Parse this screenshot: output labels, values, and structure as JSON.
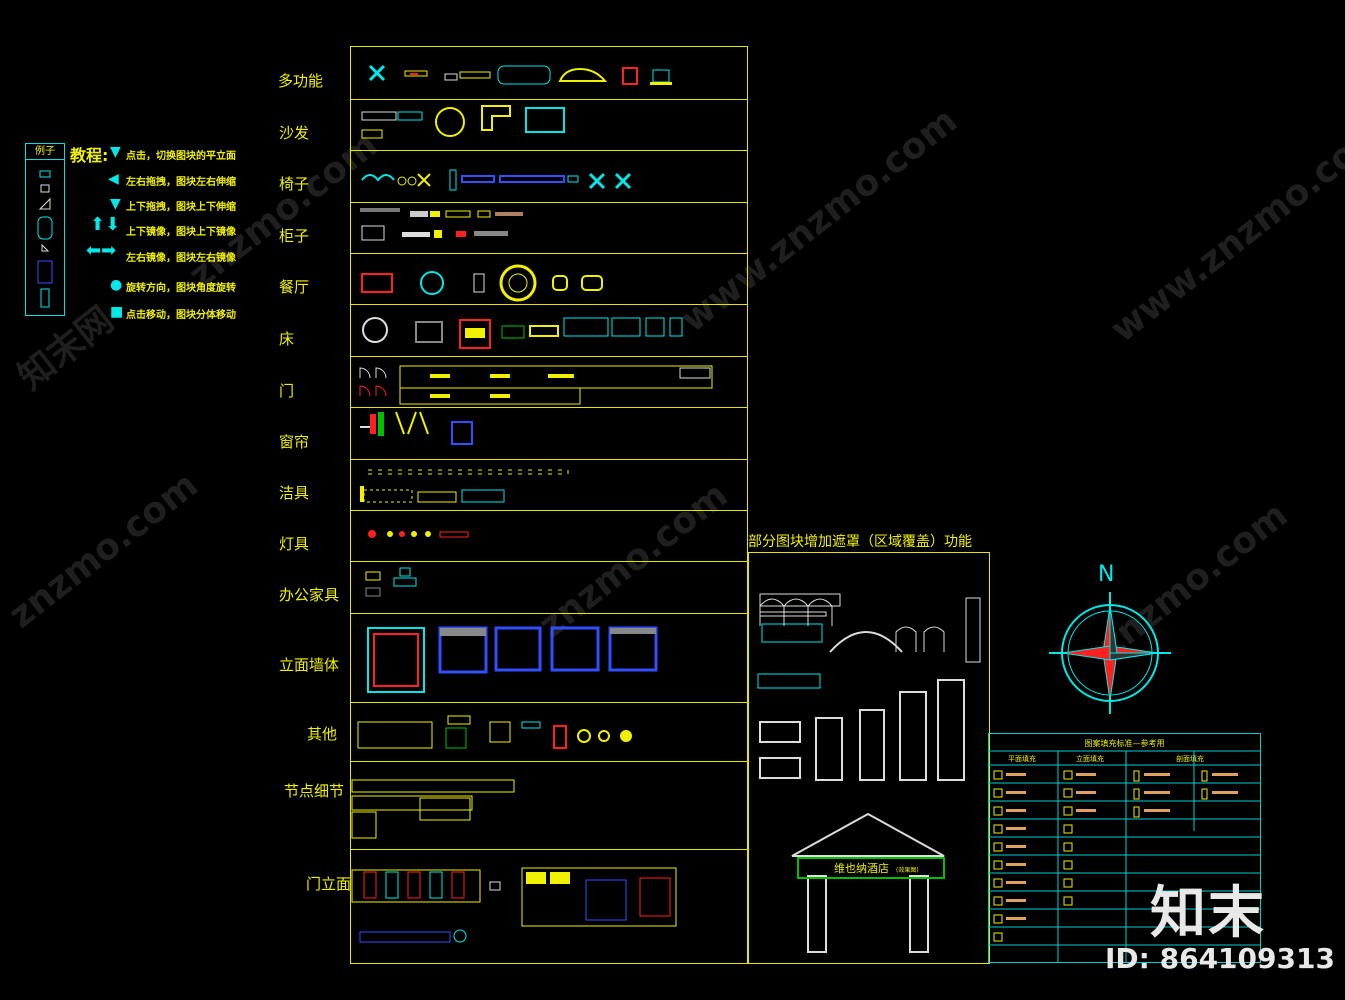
{
  "legend": {
    "title": "例子",
    "tutorial_title": "教程:",
    "items": [
      {
        "icon": "triangle-down-icon",
        "text": "点击，切换图块的平立面"
      },
      {
        "icon": "arrow-left-icon",
        "text": "左右拖拽，图块左右伸缩"
      },
      {
        "icon": "triangle-down-icon",
        "text": "上下拖拽，图块上下伸缩"
      },
      {
        "icon": "arrow-up-down-icon",
        "text": "上下镜像，图块上下镜像"
      },
      {
        "icon": "arrow-left-right-icon",
        "text": "左右镜像，图块左右镜像"
      },
      {
        "icon": "circle-dot-icon",
        "text": "旋转方向，图块角度旋转"
      },
      {
        "icon": "square-icon",
        "text": "点击移动，图块分体移动"
      }
    ]
  },
  "categories": [
    {
      "label": "多功能"
    },
    {
      "label": "沙发"
    },
    {
      "label": "椅子"
    },
    {
      "label": "柜子"
    },
    {
      "label": "餐厅"
    },
    {
      "label": "床"
    },
    {
      "label": "门"
    },
    {
      "label": "窗帘"
    },
    {
      "label": "洁具"
    },
    {
      "label": "灯具"
    },
    {
      "label": "办公家具"
    },
    {
      "label": "立面墙体"
    },
    {
      "label": "其他"
    },
    {
      "label": "节点细节"
    },
    {
      "label": "门立面"
    }
  ],
  "mask_panel": {
    "title": "部分图块增加遮罩（区域覆盖）功能",
    "sign_text": "维也纳酒店",
    "sign_sub": "(效果图)"
  },
  "compass": {
    "label": "N"
  },
  "hatch_table": {
    "title": "图案填充标准—参考用",
    "headers": [
      "平面填充",
      "立面填充",
      "剖面填充"
    ]
  },
  "watermark": {
    "site": "znzmo.com",
    "site_www": "www.znzmo.com",
    "brand_cn": "知末网",
    "logo": "知末",
    "id": "ID: 864109313"
  },
  "colors": {
    "grid": "#e6e600",
    "label": "#f0f000",
    "cyan": "#00e8e8",
    "red": "#ff2020",
    "blue": "#2020ff",
    "white": "#ffffff"
  }
}
